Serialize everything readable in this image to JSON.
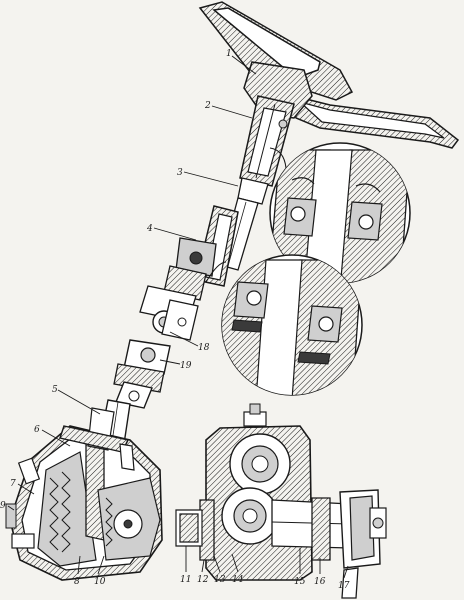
{
  "figure": {
    "callouts": [
      "1",
      "2",
      "3",
      "4",
      "18",
      "19",
      "5",
      "6",
      "7",
      "8",
      "9",
      "10",
      "11",
      "12",
      "13",
      "14",
      "15",
      "16",
      "17"
    ],
    "colors": {
      "paper": "#f4f3ef",
      "ink": "#1a1a1a",
      "shade": "#cfcfcf"
    }
  }
}
